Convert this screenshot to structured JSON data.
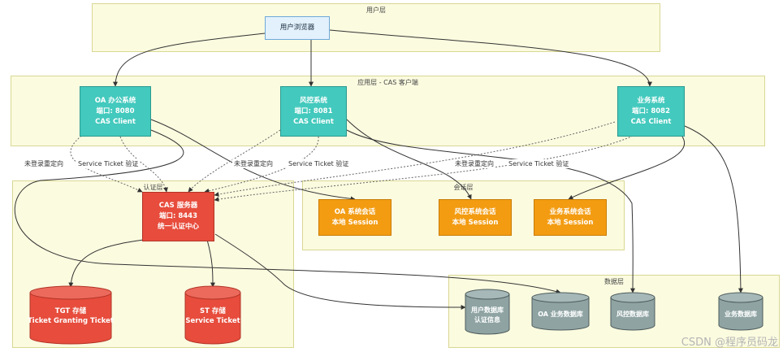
{
  "layers": {
    "user": "用户层",
    "app": "应用层 - CAS 客户端",
    "auth": "认证层",
    "session": "会话层",
    "data": "数据层"
  },
  "nodes": {
    "browser": "用户浏览器",
    "oa": [
      "OA 办公系统",
      "端口: 8080",
      "CAS Client"
    ],
    "risk": [
      "风控系统",
      "端口: 8081",
      "CAS Client"
    ],
    "biz": [
      "业务系统",
      "端口: 8082",
      "CAS Client"
    ],
    "cas": [
      "CAS 服务器",
      "端口: 8443",
      "统一认证中心"
    ],
    "oa_session": [
      "OA 系统会话",
      "本地 Session"
    ],
    "risk_session": [
      "风控系统会话",
      "本地 Session"
    ],
    "biz_session": [
      "业务系统会话",
      "本地 Session"
    ],
    "tgt": [
      "TGT 存储",
      "Ticket Granting Ticket"
    ],
    "st": [
      "ST 存储",
      "Service Ticket"
    ],
    "user_db": [
      "用户数据库",
      "认证信息"
    ],
    "oa_db": [
      "OA 业务数据库"
    ],
    "risk_db": [
      "风控数据库"
    ],
    "biz_db": [
      "业务数据库"
    ]
  },
  "edge_labels": {
    "redirect_1": "未登录重定向",
    "validate_1": "Service Ticket 验证",
    "redirect_2": "未登录重定向",
    "validate_2": "Service Ticket 验证",
    "redirect_3": "未登录重定向",
    "validate_3": "Service Ticket 验证"
  },
  "colors": {
    "app": "#43c9bd",
    "session": "#f39c12",
    "cas": "#e74c3c",
    "db_red": "#e74c3c",
    "db_gray": "#8fa3a3",
    "layer_fill": "#fbfbe0",
    "browser_fill": "#e3f1fc"
  },
  "watermark": "CSDN @程序员码龙"
}
